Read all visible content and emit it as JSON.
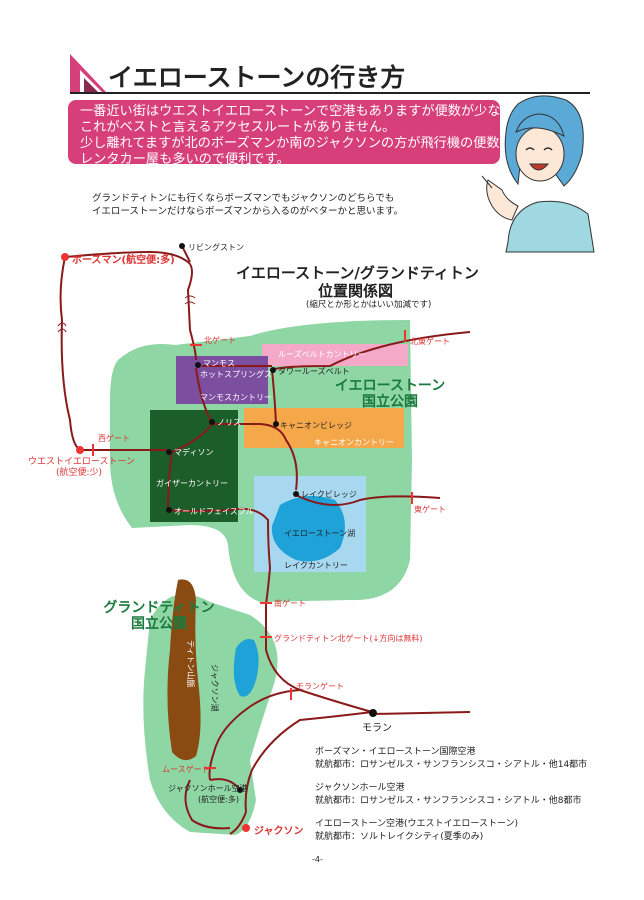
{
  "header": {
    "title": "イエローストーンの行き方",
    "accent_color": "#d63f79"
  },
  "intro": {
    "lines": [
      "一番近い街はウエストイエローストーンで空港もありますが便数が少なく",
      "これがベストと言えるアクセスルートがありません。",
      "少し離れてますが北のボーズマンか南のジャクソンの方が飛行機の便数も",
      "レンタカー屋も多いので便利です。"
    ]
  },
  "note": {
    "lines": [
      "グランドティトンにも行くならボーズマンでもジャクソンのどちらでも",
      "イエローストーンだけならボーズマンから入るのがベターかと思います。"
    ]
  },
  "map": {
    "title": "イエローストーン/グランドティトン",
    "title2": "位置関係図",
    "subtitle": "(縮尺とか形とかはいい加減です)",
    "park_yellowstone": [
      "イエローストーン",
      "国立公園"
    ],
    "park_teton": [
      "グランドティトン",
      "国立公園"
    ],
    "cities": {
      "bozeman": "ボーズマン(航空便:多)",
      "livingston": "リビングストン",
      "west_ys": "ウエストイエローストーン",
      "west_ys_note": "(航空便:少)",
      "jackson": "ジャクソン",
      "jackson_airport": "ジャクソンホール空港",
      "jackson_airport_note": "(航空便:多)",
      "moran": "モラン"
    },
    "gates": {
      "north": "北ゲート",
      "northeast": "北東ゲート",
      "west": "西ゲート",
      "east": "東ゲート",
      "south": "南ゲート",
      "teton_north": "グランドティトン北ゲート(↓方向は無料)",
      "moran": "モランゲート",
      "moose": "ムースゲート"
    },
    "places": {
      "mammoth": "マンモス",
      "mammoth2": "ホットスプリングス",
      "tower": "タワールーズベルト",
      "norris": "ノリス",
      "canyon": "キャニオンビレッジ",
      "madison": "マディソン",
      "old_faithful": "オールドフェイスフル",
      "lake_village": "レイクビレッジ",
      "ys_lake": "イエローストーン湖",
      "jackson_lake": "ジャクソン湖",
      "teton_range": "ティトン山脈"
    },
    "regions": {
      "roosevelt": "ルーズベルトカントリー",
      "mammoth": "マンモスカントリー",
      "canyon": "キャニオンカントリー",
      "geyser": "ガイザーカントリー",
      "lake": "レイクカントリー"
    }
  },
  "airports": [
    {
      "name": "ボーズマン・イエローストーン国際空港",
      "routes": "就航都市：ロサンゼルス・サンフランシスコ・シアトル・他14都市"
    },
    {
      "name": "ジャクソンホール空港",
      "routes": "就航都市：ロサンゼルス・サンフランシスコ・シアトル・他8都市"
    },
    {
      "name": "イエローストーン空港(ウエストイエローストーン)",
      "routes": "就航都市：ソルトレイクシティ(夏季のみ)"
    }
  ],
  "page_number": "-4-"
}
